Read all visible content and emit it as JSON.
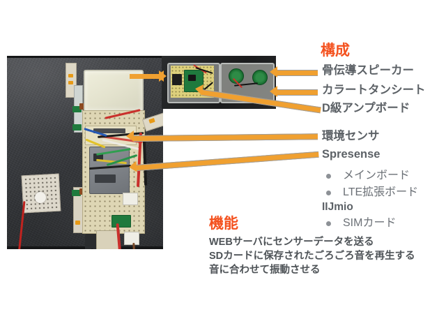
{
  "slide": {
    "background_color": "#ffffff",
    "accent_color": "#f4511e",
    "arrow_color": "#f0a030",
    "text_color": "#5c6166"
  },
  "photos": {
    "main": {
      "name": "main-hardware-photo",
      "description": "Spresense main board with LTE extension board, wires and perf boards on dark grey fabric"
    },
    "inset": {
      "name": "inset-speaker-amp-photo",
      "description": "Two clear cases holding a D-class amplifier board and bone conduction speakers"
    }
  },
  "structure": {
    "heading": "構成",
    "callouts": [
      {
        "label": "骨伝導スピーカー"
      },
      {
        "label": "カラートタンシート"
      },
      {
        "label": "D級アンプボード"
      },
      {
        "label": "環境センサ"
      },
      {
        "label": "Spresense"
      }
    ],
    "spresense_children": [
      {
        "label": "メインボード"
      },
      {
        "label": "LTE拡張ボード"
      }
    ],
    "iijmio": {
      "label": "IIJmio",
      "children": [
        {
          "label": "SIMカード"
        }
      ]
    }
  },
  "features": {
    "heading": "機能",
    "lines": [
      "WEBサーバにセンサーデータを送る",
      "SDカードに保存されたごろごろ音を再生する",
      "音に合わせて振動させる"
    ]
  }
}
